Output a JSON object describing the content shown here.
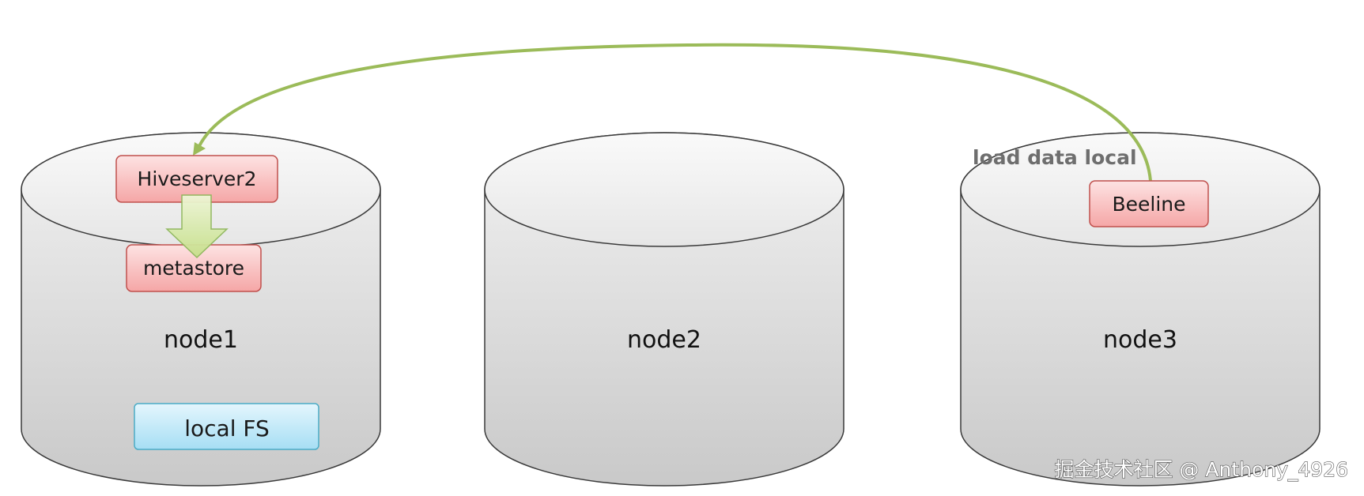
{
  "nodes": [
    {
      "label": "node1"
    },
    {
      "label": "node2"
    },
    {
      "label": "node3"
    }
  ],
  "components": {
    "hiveserver2": "Hiveserver2",
    "metastore": "metastore",
    "local_fs": "local FS",
    "beeline": "Beeline"
  },
  "connection": {
    "label": "load data local"
  },
  "watermark": "掘金技术社区 @ Anthony_4926",
  "colors": {
    "cylinder_top": "#f2f2f2",
    "cylinder_bottom": "#c9c9c9",
    "outline": "#3a3a3a",
    "component_fill_top": "#fde3e3",
    "component_fill_bottom": "#f5a6a6",
    "component_border": "#c0504d",
    "fs_fill_top": "#e4f6fd",
    "fs_fill_bottom": "#a6def4",
    "fs_border": "#4bacc6",
    "arrow_fill": "#d7eaa6",
    "arrow_stroke": "#8db65a",
    "curve": "#9bbb59",
    "annotation_text": "#6e6e6e"
  }
}
